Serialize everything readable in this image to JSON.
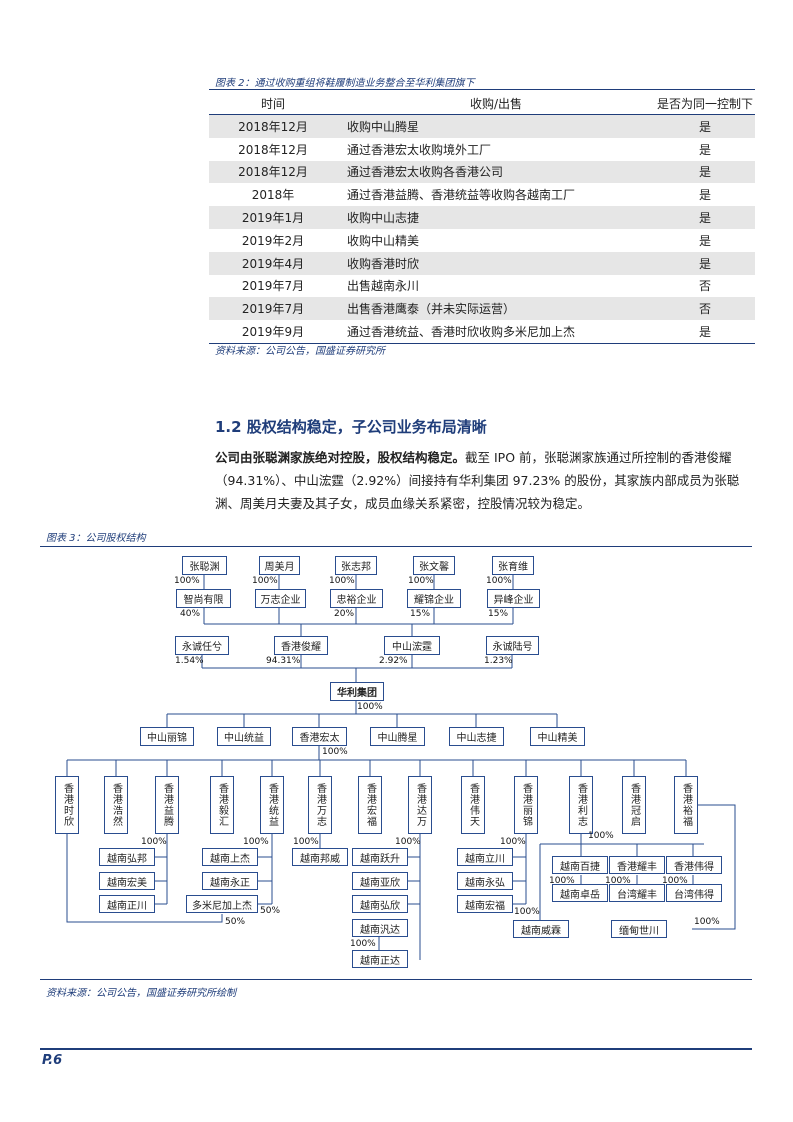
{
  "table2": {
    "caption": "图表 2：通过收购重组将鞋履制造业务整合至华利集团旗下",
    "headers": [
      "时间",
      "收购/出售",
      "是否为同一控制下"
    ],
    "rows": [
      [
        "2018年12月",
        "收购中山腾星",
        "是"
      ],
      [
        "2018年12月",
        "通过香港宏太收购境外工厂",
        "是"
      ],
      [
        "2018年12月",
        "通过香港宏太收购各香港公司",
        "是"
      ],
      [
        "2018年",
        "通过香港益腾、香港统益等收购各越南工厂",
        "是"
      ],
      [
        "2019年1月",
        "收购中山志捷",
        "是"
      ],
      [
        "2019年2月",
        "收购中山精美",
        "是"
      ],
      [
        "2019年4月",
        "收购香港时欣",
        "是"
      ],
      [
        "2019年7月",
        "出售越南永川",
        "否"
      ],
      [
        "2019年7月",
        "出售香港鹰泰（并未实际运营）",
        "否"
      ],
      [
        "2019年9月",
        "通过香港统益、香港时欣收购多米尼加上杰",
        "是"
      ]
    ],
    "source": "资料来源：公司公告，国盛证券研究所"
  },
  "section": {
    "title": "1.2 股权结构稳定，子公司业务布局清晰",
    "para_bold": "公司由张聪渊家族绝对控股，股权结构稳定。",
    "para_text": "截至 IPO 前，张聪渊家族通过所控制的香港俊耀（94.31%）、中山浤霆（2.92%）间接持有华利集团 97.23% 的股份，其家族内部成员为张聪渊、周美月夫妻及其子女，成员血缘关系紧密，控股情况较为稳定。"
  },
  "chart3": {
    "caption": "图表 3：公司股权结构",
    "source": "资料来源：公司公告，国盛证券研究所绘制",
    "persons": [
      "张聪渊",
      "周美月",
      "张志邦",
      "张文馨",
      "张育维"
    ],
    "mid_entities": [
      "智尚有限",
      "万志企业",
      "忠裕企业",
      "耀锦企业",
      "异峰企业"
    ],
    "shareholders": [
      "永诚任兮",
      "香港俊耀",
      "中山浤霆",
      "永诚陆号"
    ],
    "root": "华利集团",
    "subs_l1": [
      "中山丽锦",
      "中山统益",
      "香港宏太",
      "中山腾星",
      "中山志捷",
      "中山精美"
    ],
    "hk_subs": [
      "香港时欣",
      "香港浩然",
      "香港益腾",
      "香港毅汇",
      "香港统益",
      "香港万志",
      "香港宏福",
      "香港达万",
      "香港伟天",
      "香港丽锦",
      "香港利志",
      "香港冠启",
      "香港裕福"
    ],
    "vn_group1": [
      "越南弘邦",
      "越南宏美",
      "越南正川"
    ],
    "vn_group2": [
      "越南上杰",
      "越南永正",
      "多米尼加上杰"
    ],
    "vn_group3": [
      "越南邦威"
    ],
    "vn_group4": [
      "越南跃升",
      "越南亚欣",
      "越南弘欣",
      "越南汎达",
      "越南正达"
    ],
    "vn_group5": [
      "越南立川",
      "越南永弘",
      "越南宏福"
    ],
    "vn_group6": [
      "越南百捷",
      "越南卓岳",
      "越南威霖"
    ],
    "tw_group": [
      "香港耀丰",
      "台湾耀丰",
      "香港伟得",
      "台湾伟得"
    ],
    "other": [
      "缅甸世川"
    ],
    "pct": {
      "p100": "100%",
      "p40": "40%",
      "p20": "20%",
      "p15": "15%",
      "p154": "1.54%",
      "p9431": "94.31%",
      "p292": "2.92%",
      "p123": "1.23%",
      "p50": "50%"
    }
  },
  "page": {
    "number": "P.6"
  }
}
